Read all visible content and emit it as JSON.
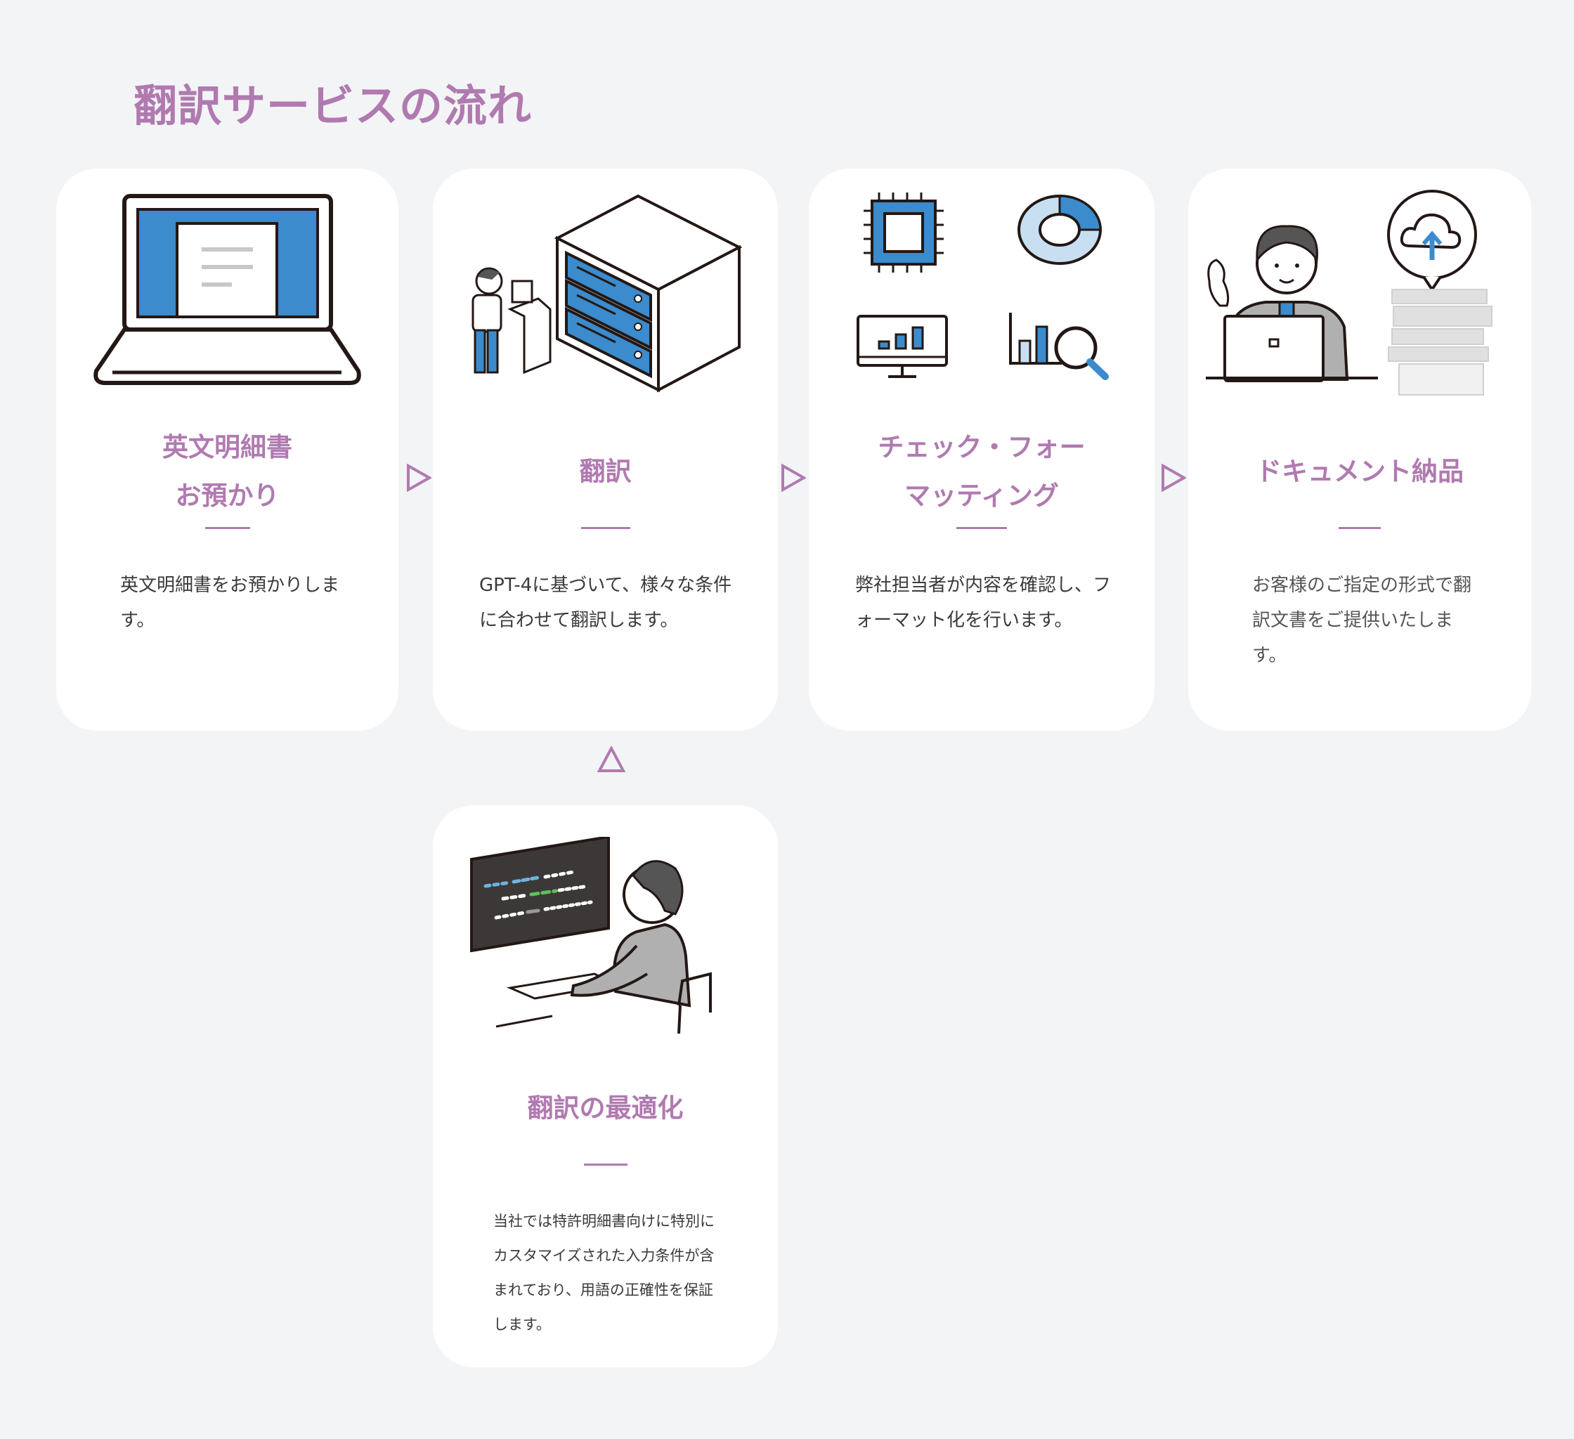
{
  "page_title": "翻訳サービスの流れ",
  "steps": [
    {
      "heading": "英文明細書お預かり",
      "heading_lines": [
        "英文明細書",
        "お預かり"
      ],
      "body": "英文明細書をお預かりします。",
      "illustration": "laptop-document-icon"
    },
    {
      "heading": "翻訳",
      "body": "GPT-4に基づいて、様々な条件に合わせて翻訳します。",
      "illustration": "server-person-icon"
    },
    {
      "heading": "チェック・フォーマッティング",
      "heading_lines": [
        "チェック・フォー",
        "マッティング"
      ],
      "body": "弊社担当者が内容を確認し、フォーマット化を行います。",
      "illustration": "analytics-icons"
    },
    {
      "heading": "ドキュメント納品",
      "body": "お客様のご指定の形式で翻訳文書をご提供いたします。",
      "illustration": "businessman-upload-icon"
    },
    {
      "heading": "翻訳の最適化",
      "body": "当社では特許明細書向けに特別にカスタマイズされた入力条件が含まれており、用語の正確性を保証します。",
      "illustration": "programmer-icon"
    }
  ],
  "colors": {
    "accent": "#b07ab0",
    "blue": "#3b8bcd",
    "ink": "#231815",
    "background": "#f3f4f6"
  }
}
